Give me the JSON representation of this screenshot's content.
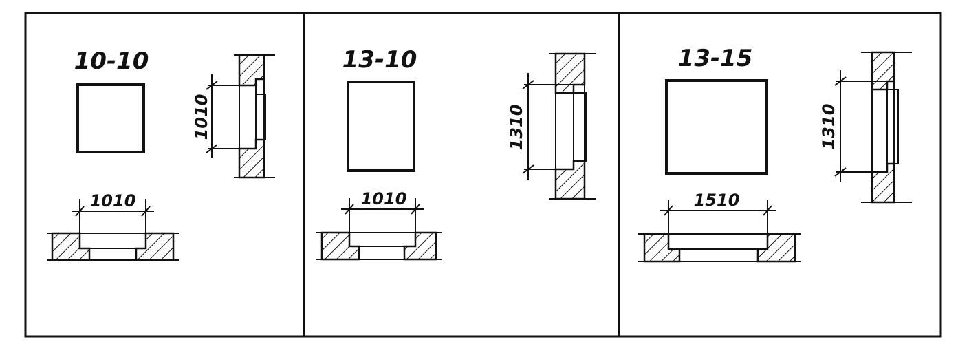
{
  "panels": [
    {
      "mark": "10-10",
      "height_dim": "1010",
      "width_dim": "1010"
    },
    {
      "mark": "13-10",
      "height_dim": "1310",
      "width_dim": "1010"
    },
    {
      "mark": "13-15",
      "height_dim": "1310",
      "width_dim": "1510"
    }
  ],
  "colors": {
    "line": "#111111",
    "background": "#ffffff"
  }
}
